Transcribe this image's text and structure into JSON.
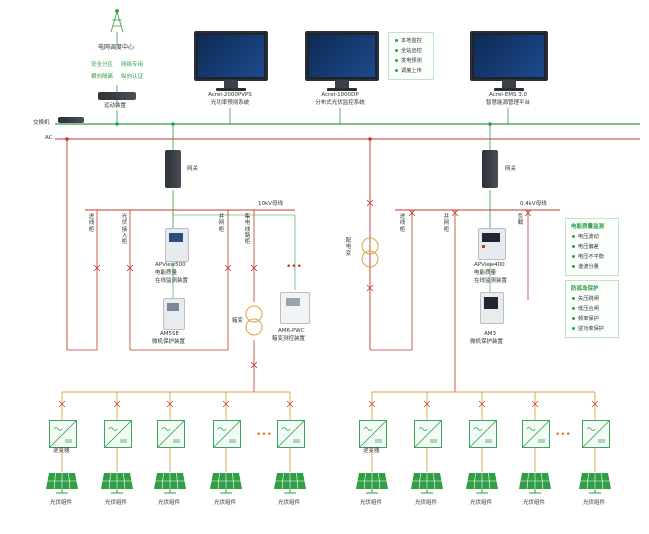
{
  "colors": {
    "comm_line": "#2f9e44",
    "ac_line": "#c0392b",
    "feeder_line": "#d9a441",
    "panel_green": "#2f9e44"
  },
  "dispatch": {
    "center_label": "电网调度中心",
    "zone1": "安全分区",
    "zone2": "网络专用",
    "zone3": "横向隔离",
    "zone4": "纵向认证",
    "device_label": "远动装置"
  },
  "bus": {
    "switch_label": "交换机",
    "ac_label": "AC"
  },
  "monitors": [
    {
      "model": "Acrel-2000PVPS",
      "name": "光功率预测系统"
    },
    {
      "model": "Acrel-1000DP",
      "name": "分布式光伏监控系统"
    },
    {
      "model": "Acrel-EMS 3.0",
      "name": "智慧能源管理平台"
    }
  ],
  "features": [
    "本地监控",
    "全站远控",
    "发电预测",
    "调度上传"
  ],
  "left": {
    "gateway": "网关",
    "busbar": "10kV母线",
    "cab1": "进线柜",
    "cab2": "光伏接入柜",
    "cab3": "并网柜",
    "cab4": "集电线路柜",
    "meter_model": "APView500",
    "meter_name1": "电能质量",
    "meter_name2": "在线监测装置",
    "prot_model": "AM5SE",
    "prot_name": "微机保护装置",
    "xfmr": "箱变",
    "box_model": "AM6-PWC",
    "box_name": "箱变测控装置",
    "dots": "•••"
  },
  "middle": {
    "pd_label": "配电变"
  },
  "right": {
    "gateway": "网关",
    "busbar": "0.4kV母线",
    "cab1": "进线柜",
    "cab2": "并网柜",
    "cab3": "负载",
    "meter_model": "APView400",
    "meter_name1": "电能质量",
    "meter_name2": "在线监测装置",
    "prot_model": "AM3",
    "prot_name": "微机保护装置"
  },
  "pq_box": {
    "title": "电能质量监测",
    "items": [
      "电压波动",
      "电压偏差",
      "电压不平衡",
      "谐波分量"
    ]
  },
  "prot_box": {
    "title": "防孤岛保护",
    "items": [
      "失压跳闸",
      "低压合闸",
      "频率保护",
      "逆功率保护"
    ]
  },
  "bottom": {
    "inverter_label": "逆变器",
    "panel_label": "光伏组件",
    "dots": "•••"
  }
}
